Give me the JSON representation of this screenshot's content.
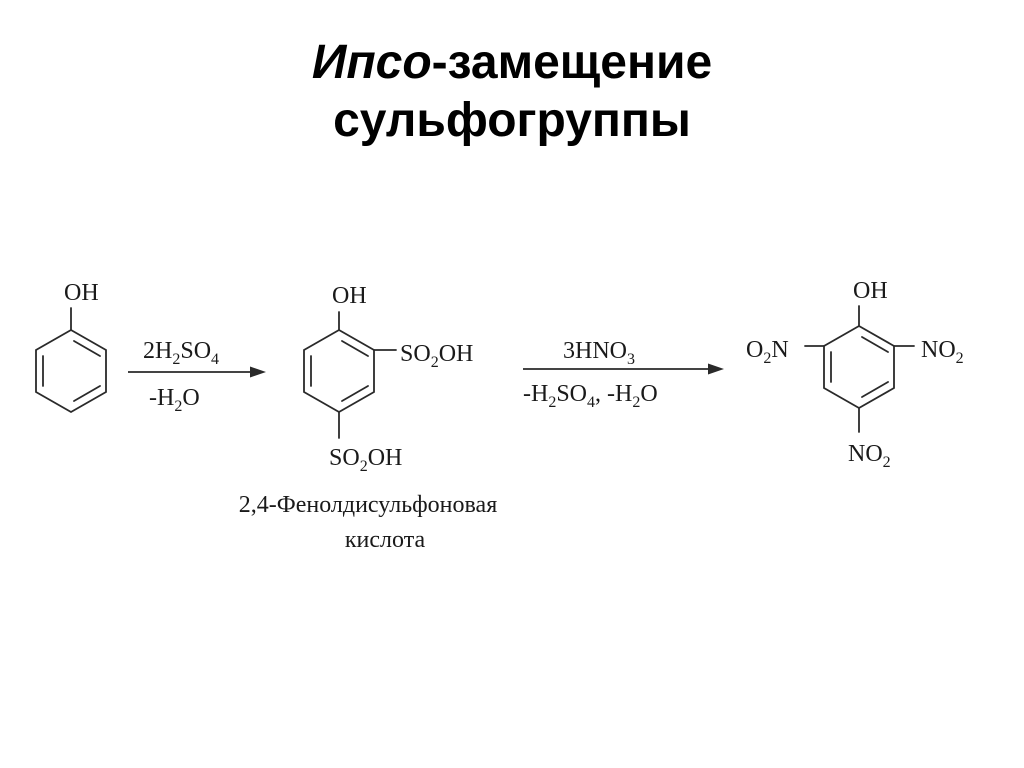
{
  "title": {
    "ipso": "Ипсо",
    "rest": "-замещение",
    "line2": "сульфогруппы"
  },
  "colors": {
    "text": "#000000",
    "bonds": "#2a2a2a"
  },
  "scheme": {
    "phenol": {
      "oh": "OH"
    },
    "step1": {
      "reagent": {
        "pre": "2H",
        "sub1": "2",
        "mid": "SO",
        "sub2": "4"
      },
      "byproduct": {
        "pre": "-H",
        "sub": "2",
        "post": "O"
      }
    },
    "intermediate": {
      "oh": "OH",
      "so3h_top": {
        "pre": "SO",
        "sub": "2",
        "post": "OH"
      },
      "so3h_bottom": {
        "pre": "SO",
        "sub": "2",
        "post": "OH"
      },
      "name_line1": "2,4-Фенолдисульфоновая",
      "name_line2": "кислота"
    },
    "step2": {
      "reagent": {
        "pre": "3HNO",
        "sub": "3"
      },
      "byproduct": {
        "pre1": "-H",
        "sub1": "2",
        "mid1": "SO",
        "sub2": "4",
        "mid2": ", -H",
        "sub3": "2",
        "post": "O"
      }
    },
    "product": {
      "oh": "OH",
      "no2_left": {
        "pre": "O",
        "sub": "2",
        "post": "N"
      },
      "no2_right": {
        "pre": "NO",
        "sub": "2"
      },
      "no2_bottom": {
        "pre": "NO",
        "sub": "2"
      }
    }
  }
}
